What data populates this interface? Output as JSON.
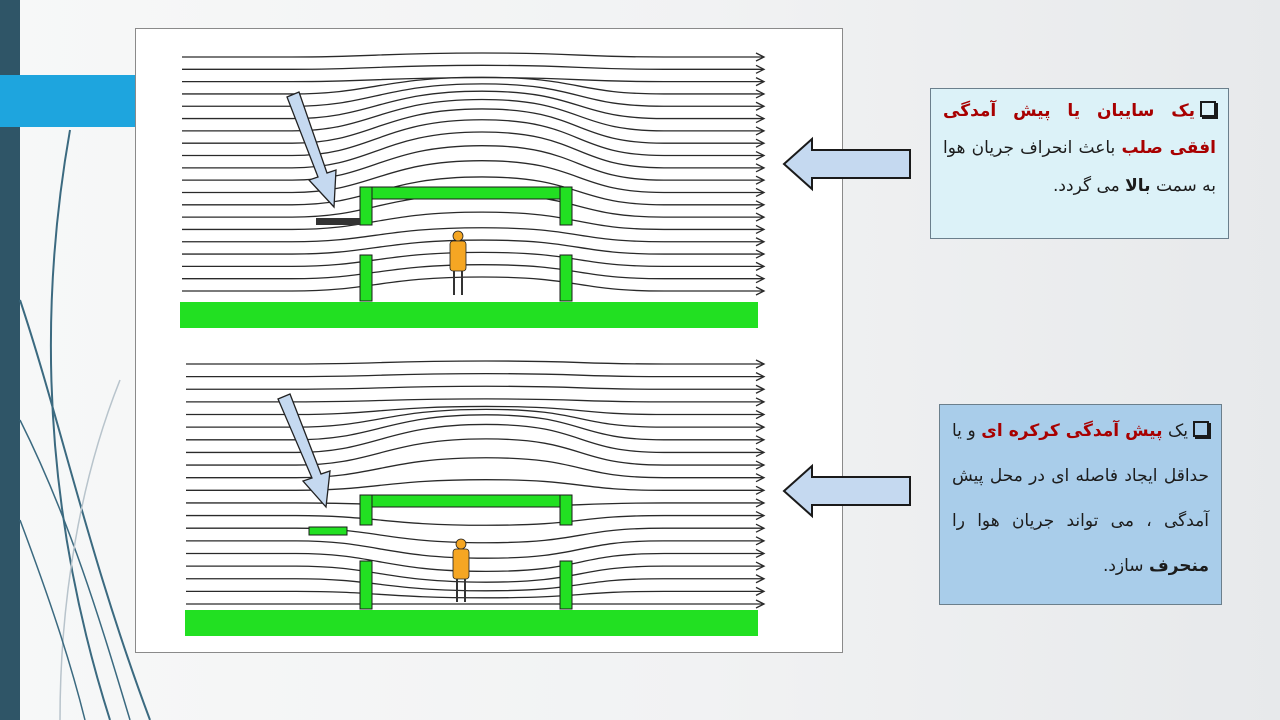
{
  "notes": [
    {
      "segments": [
        {
          "text": "یک سایبان یا پیش آمدگی افقی صلب",
          "style": "red"
        },
        {
          "text": " باعث انحراف جریان هوا به سمت ",
          "style": "plain"
        },
        {
          "text": "بالا",
          "style": "bold"
        },
        {
          "text": " می گردد.",
          "style": "plain"
        }
      ]
    },
    {
      "segments": [
        {
          "text": "یک ",
          "style": "plain"
        },
        {
          "text": "پیش آمدگی کرکره ای",
          "style": "red"
        },
        {
          "text": " و یا حداقل ایجاد فاصله ای در محل پیش آمدگی ، می تواند جریان هوا را ",
          "style": "plain"
        },
        {
          "text": "منحرف",
          "style": "bold"
        },
        {
          "text": " سازد.",
          "style": "plain"
        }
      ]
    }
  ],
  "colors": {
    "sidebar_dark": "#2f5567",
    "sidebar_accent": "#1ea5de",
    "note1_bg": "#dcf2f8",
    "note2_bg": "#a9cdea",
    "highlight_red": "#a80000",
    "building_green": "#22e022",
    "person_orange": "#f5a623",
    "pointer_arrow_fill": "#c5d9f0"
  },
  "icons": [
    "checkbox-bullet-icon",
    "left-arrow-icon",
    "down-pointer-arrow-icon",
    "person-figure-icon"
  ]
}
